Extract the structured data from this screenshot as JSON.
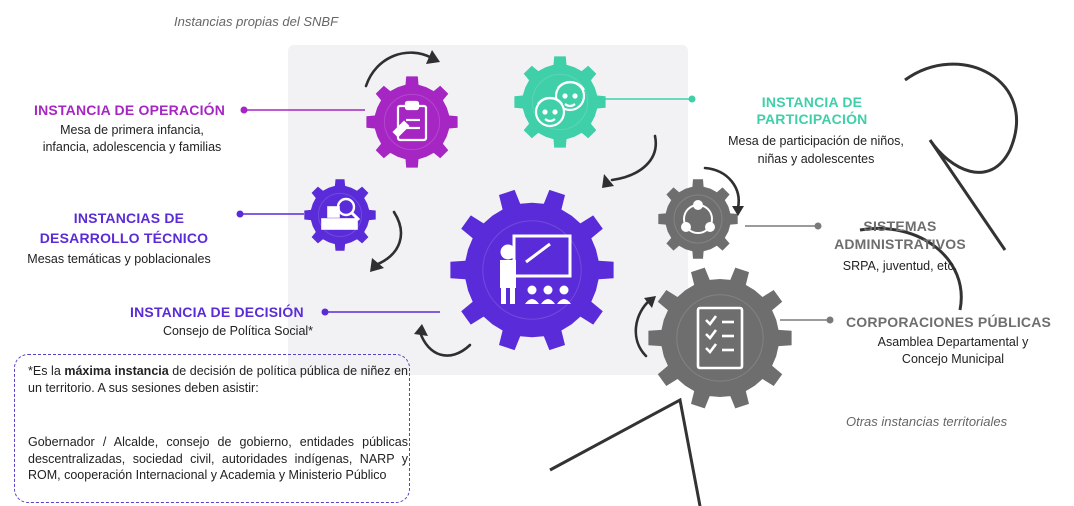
{
  "header": {
    "top_caption": "Instancias propias del SNBF",
    "bottom_caption": "Otras instancias territoriales"
  },
  "colors": {
    "purple_op": "#a626c4",
    "teal": "#3fcfa9",
    "blue_purple": "#5a2bd8",
    "gray": "#6e6e6e",
    "teal_text": "#3fcfa9"
  },
  "nodes": {
    "operacion": {
      "title": "INSTANCIA DE OPERACIÓN",
      "lines": [
        "Mesa de primera infancia,",
        "infancia, adolescencia y familias"
      ],
      "icon": "clipboard-icon"
    },
    "participacion": {
      "title_lines": [
        "INSTANCIA DE",
        "PARTICIPACIÓN"
      ],
      "lines": [
        "Mesa de participación de niños,",
        "niñas y adolescentes"
      ],
      "icon": "children-faces-icon"
    },
    "desarrollo": {
      "title_lines": [
        "INSTANCIAS DE",
        "DESARROLLO TÉCNICO"
      ],
      "lines": [
        "Mesas temáticas y poblacionales"
      ],
      "icon": "search-boxes-icon"
    },
    "sistemas": {
      "title_lines": [
        "SISTEMAS",
        "ADMINISTRATIVOS"
      ],
      "lines": [
        "SRPA, juventud, etc."
      ],
      "icon": "cycle-icon"
    },
    "decision": {
      "title": "INSTANCIA DE DECISIÓN",
      "lines": [
        "Consejo de Política Social*"
      ],
      "icon": "presentation-icon"
    },
    "corporaciones": {
      "title": "CORPORACIONES PÚBLICAS",
      "lines": [
        "Asamblea Departamental y",
        "Concejo Municipal"
      ],
      "icon": "checklist-icon"
    }
  },
  "note": {
    "p1_prefix": "*Es la ",
    "p1_bold": "máxima instancia",
    "p1_suffix": " de decisión de política pública de niñez en un territorio. A sus sesiones deben asistir:",
    "p2": "Gobernador / Alcalde, consejo de gobierno, entidades públicas descentralizadas, sociedad civil, autoridades indígenas, NARP y ROM, cooperación Internacional y Academia y Ministerio Público"
  }
}
